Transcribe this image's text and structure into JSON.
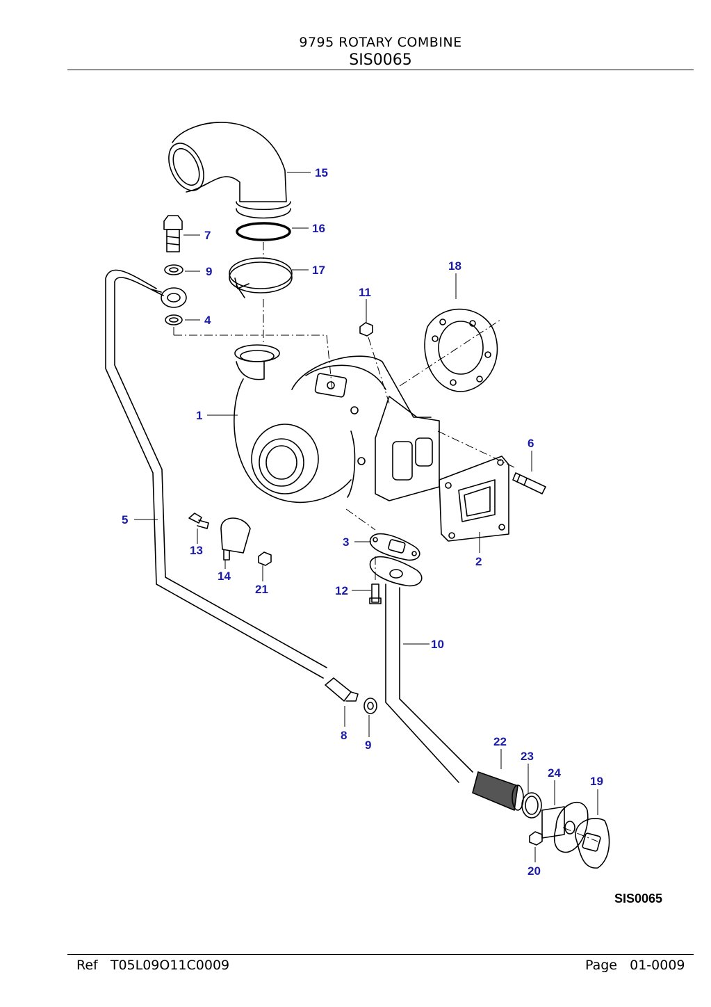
{
  "header": {
    "title": "9795 ROTARY COMBINE",
    "code": "SIS0065"
  },
  "diagram": {
    "sheet_code": "SIS0065",
    "callouts": {
      "c1": "1",
      "c2": "2",
      "c3": "3",
      "c4": "4",
      "c5": "5",
      "c6": "6",
      "c7": "7",
      "c8": "8",
      "c9a": "9",
      "c9b": "9",
      "c10": "10",
      "c11": "11",
      "c12": "12",
      "c13": "13",
      "c14": "14",
      "c15": "15",
      "c16": "16",
      "c17": "17",
      "c18": "18",
      "c19": "19",
      "c20": "20",
      "c21": "21",
      "c22": "22",
      "c23": "23",
      "c24": "24"
    }
  },
  "footer": {
    "ref": "Ref   T05L09O11C0009",
    "page": "Page   01-0009"
  }
}
